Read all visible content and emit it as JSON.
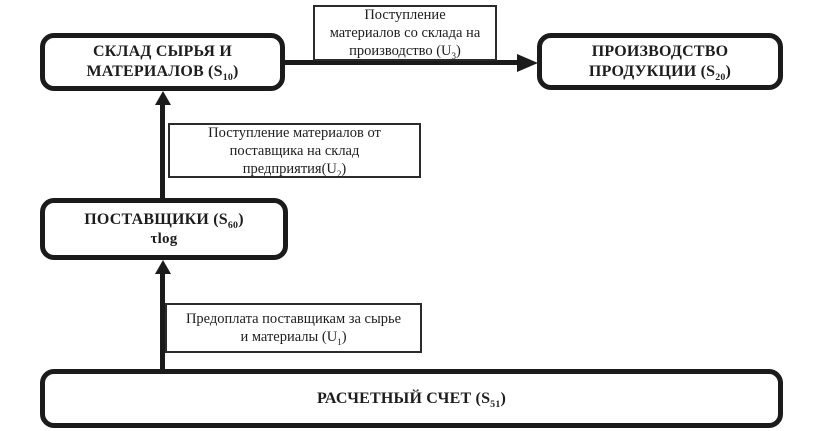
{
  "diagram": {
    "nodes": {
      "warehouse": {
        "title": [
          "СКЛАД СЫРЬЯ И",
          "МАТЕРИАЛОВ (S~10~)"
        ]
      },
      "production": {
        "title": [
          "ПРОИЗВОДСТВО",
          "ПРОДУКЦИИ (S~20~)"
        ]
      },
      "suppliers": {
        "title": "ПОСТАВЩИКИ (S~60~)",
        "subtitle": "τlog"
      },
      "settlement_account": {
        "title": "РАСЧЕТНЫЙ СЧЕТ (S~51~)"
      }
    },
    "flow_labels": {
      "u3": {
        "lines": [
          "Поступление",
          "материалов со склада на",
          "производство (U~3~)"
        ]
      },
      "u2": {
        "lines": [
          "Поступление материалов от",
          "поставщика на склад",
          "предприятия(U~2~)"
        ]
      },
      "u1": {
        "lines": [
          "Предоплата поставщикам за сырье",
          "и материалы (U~1~)"
        ]
      }
    },
    "colors": {
      "node_border": "#1b1b1b",
      "label_border": "#2b2b2b",
      "background": "#ffffff",
      "text": "#1d1d1d"
    }
  }
}
